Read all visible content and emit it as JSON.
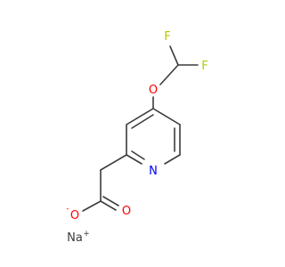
{
  "molecule": {
    "atoms": {
      "f_top": {
        "symbol": "F",
        "color": "#b4c800"
      },
      "f_right": {
        "symbol": "F",
        "color": "#b4c800"
      },
      "o_ether": {
        "symbol": "O",
        "color": "#ff0000"
      },
      "n_ring": {
        "symbol": "N",
        "color": "#0000ff"
      },
      "o_minus": {
        "symbol": "O",
        "color": "#ff0000"
      },
      "o_minus_charge": {
        "symbol": "-",
        "color": "#ff0000"
      },
      "o_carbonyl": {
        "symbol": "O",
        "color": "#ff0000"
      },
      "na": {
        "symbol": "Na",
        "color": "#3b3b3b"
      },
      "na_charge": {
        "symbol": "+",
        "color": "#3b3b3b"
      }
    },
    "colors": {
      "bond": "#3b3b3b",
      "background": "#ffffff"
    }
  }
}
